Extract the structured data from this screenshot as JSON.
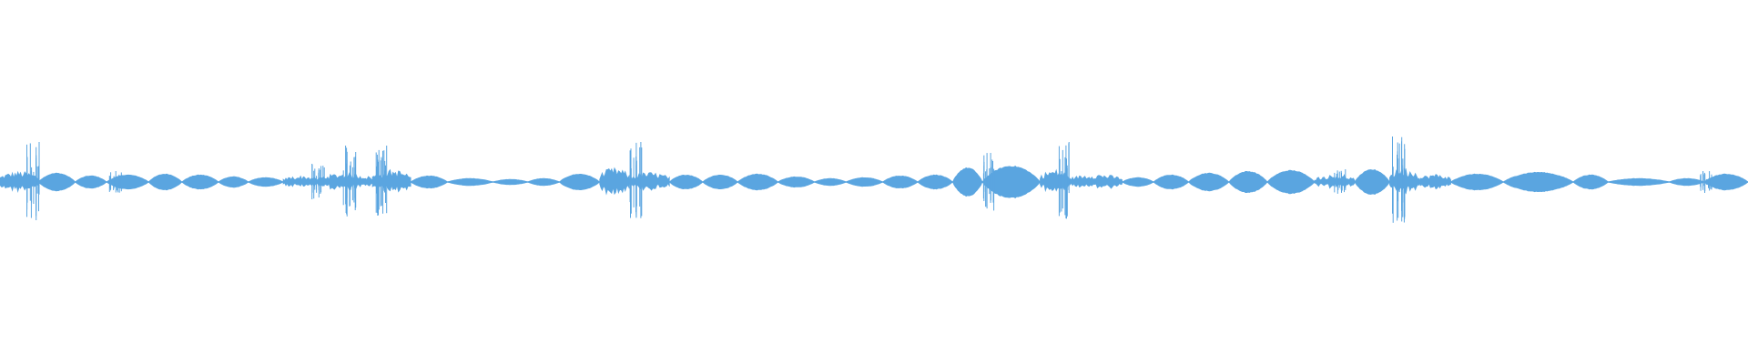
{
  "waveform": {
    "color": "#5aa5e0",
    "background": "#ffffff",
    "segments": [
      {
        "start": 0.0,
        "end": 0.022,
        "peak": 0.06,
        "kind": "noise"
      },
      {
        "start": 0.022,
        "end": 0.043,
        "peak": 0.05,
        "kind": "lobe"
      },
      {
        "start": 0.043,
        "end": 0.061,
        "peak": 0.035,
        "kind": "lobe"
      },
      {
        "start": 0.061,
        "end": 0.085,
        "peak": 0.04,
        "kind": "lobe"
      },
      {
        "start": 0.085,
        "end": 0.104,
        "peak": 0.045,
        "kind": "lobe"
      },
      {
        "start": 0.104,
        "end": 0.125,
        "peak": 0.04,
        "kind": "lobe"
      },
      {
        "start": 0.125,
        "end": 0.142,
        "peak": 0.03,
        "kind": "lobe"
      },
      {
        "start": 0.142,
        "end": 0.162,
        "peak": 0.025,
        "kind": "lobe"
      },
      {
        "start": 0.162,
        "end": 0.182,
        "peak": 0.035,
        "kind": "noise"
      },
      {
        "start": 0.182,
        "end": 0.213,
        "peak": 0.05,
        "kind": "noise"
      },
      {
        "start": 0.213,
        "end": 0.235,
        "peak": 0.07,
        "kind": "noise"
      },
      {
        "start": 0.235,
        "end": 0.256,
        "peak": 0.035,
        "kind": "lobe"
      },
      {
        "start": 0.256,
        "end": 0.282,
        "peak": 0.02,
        "kind": "lobe"
      },
      {
        "start": 0.282,
        "end": 0.302,
        "peak": 0.015,
        "kind": "lobe"
      },
      {
        "start": 0.302,
        "end": 0.32,
        "peak": 0.02,
        "kind": "lobe"
      },
      {
        "start": 0.32,
        "end": 0.343,
        "peak": 0.045,
        "kind": "lobe"
      },
      {
        "start": 0.343,
        "end": 0.36,
        "peak": 0.08,
        "kind": "noise"
      },
      {
        "start": 0.36,
        "end": 0.383,
        "peak": 0.055,
        "kind": "noise"
      },
      {
        "start": 0.383,
        "end": 0.402,
        "peak": 0.04,
        "kind": "lobe"
      },
      {
        "start": 0.402,
        "end": 0.422,
        "peak": 0.04,
        "kind": "lobe"
      },
      {
        "start": 0.422,
        "end": 0.445,
        "peak": 0.045,
        "kind": "lobe"
      },
      {
        "start": 0.445,
        "end": 0.466,
        "peak": 0.03,
        "kind": "lobe"
      },
      {
        "start": 0.466,
        "end": 0.484,
        "peak": 0.02,
        "kind": "lobe"
      },
      {
        "start": 0.484,
        "end": 0.505,
        "peak": 0.025,
        "kind": "lobe"
      },
      {
        "start": 0.505,
        "end": 0.525,
        "peak": 0.035,
        "kind": "lobe"
      },
      {
        "start": 0.525,
        "end": 0.545,
        "peak": 0.04,
        "kind": "lobe"
      },
      {
        "start": 0.545,
        "end": 0.562,
        "peak": 0.08,
        "kind": "lobe"
      },
      {
        "start": 0.562,
        "end": 0.595,
        "peak": 0.09,
        "kind": "lobe"
      },
      {
        "start": 0.595,
        "end": 0.612,
        "peak": 0.07,
        "kind": "noise"
      },
      {
        "start": 0.612,
        "end": 0.642,
        "peak": 0.045,
        "kind": "noise"
      },
      {
        "start": 0.642,
        "end": 0.66,
        "peak": 0.025,
        "kind": "lobe"
      },
      {
        "start": 0.66,
        "end": 0.68,
        "peak": 0.04,
        "kind": "lobe"
      },
      {
        "start": 0.68,
        "end": 0.703,
        "peak": 0.05,
        "kind": "lobe"
      },
      {
        "start": 0.703,
        "end": 0.725,
        "peak": 0.06,
        "kind": "lobe"
      },
      {
        "start": 0.725,
        "end": 0.752,
        "peak": 0.065,
        "kind": "lobe"
      },
      {
        "start": 0.752,
        "end": 0.775,
        "peak": 0.04,
        "kind": "noise"
      },
      {
        "start": 0.775,
        "end": 0.795,
        "peak": 0.07,
        "kind": "lobe"
      },
      {
        "start": 0.795,
        "end": 0.812,
        "peak": 0.08,
        "kind": "noise"
      },
      {
        "start": 0.812,
        "end": 0.83,
        "peak": 0.045,
        "kind": "noise"
      },
      {
        "start": 0.83,
        "end": 0.86,
        "peak": 0.045,
        "kind": "lobe"
      },
      {
        "start": 0.86,
        "end": 0.9,
        "peak": 0.055,
        "kind": "lobe"
      },
      {
        "start": 0.9,
        "end": 0.92,
        "peak": 0.04,
        "kind": "lobe"
      },
      {
        "start": 0.92,
        "end": 0.955,
        "peak": 0.02,
        "kind": "lobe"
      },
      {
        "start": 0.955,
        "end": 0.975,
        "peak": 0.02,
        "kind": "lobe"
      },
      {
        "start": 0.975,
        "end": 1.0,
        "peak": 0.045,
        "kind": "lobe"
      }
    ],
    "spikes": [
      {
        "pos": 0.019,
        "peak": 0.22
      },
      {
        "pos": 0.066,
        "peak": 0.06
      },
      {
        "pos": 0.182,
        "peak": 0.1
      },
      {
        "pos": 0.2,
        "peak": 0.2
      },
      {
        "pos": 0.218,
        "peak": 0.2
      },
      {
        "pos": 0.364,
        "peak": 0.22
      },
      {
        "pos": 0.565,
        "peak": 0.16
      },
      {
        "pos": 0.609,
        "peak": 0.22
      },
      {
        "pos": 0.767,
        "peak": 0.07
      },
      {
        "pos": 0.8,
        "peak": 0.25
      },
      {
        "pos": 0.976,
        "peak": 0.06
      }
    ]
  }
}
